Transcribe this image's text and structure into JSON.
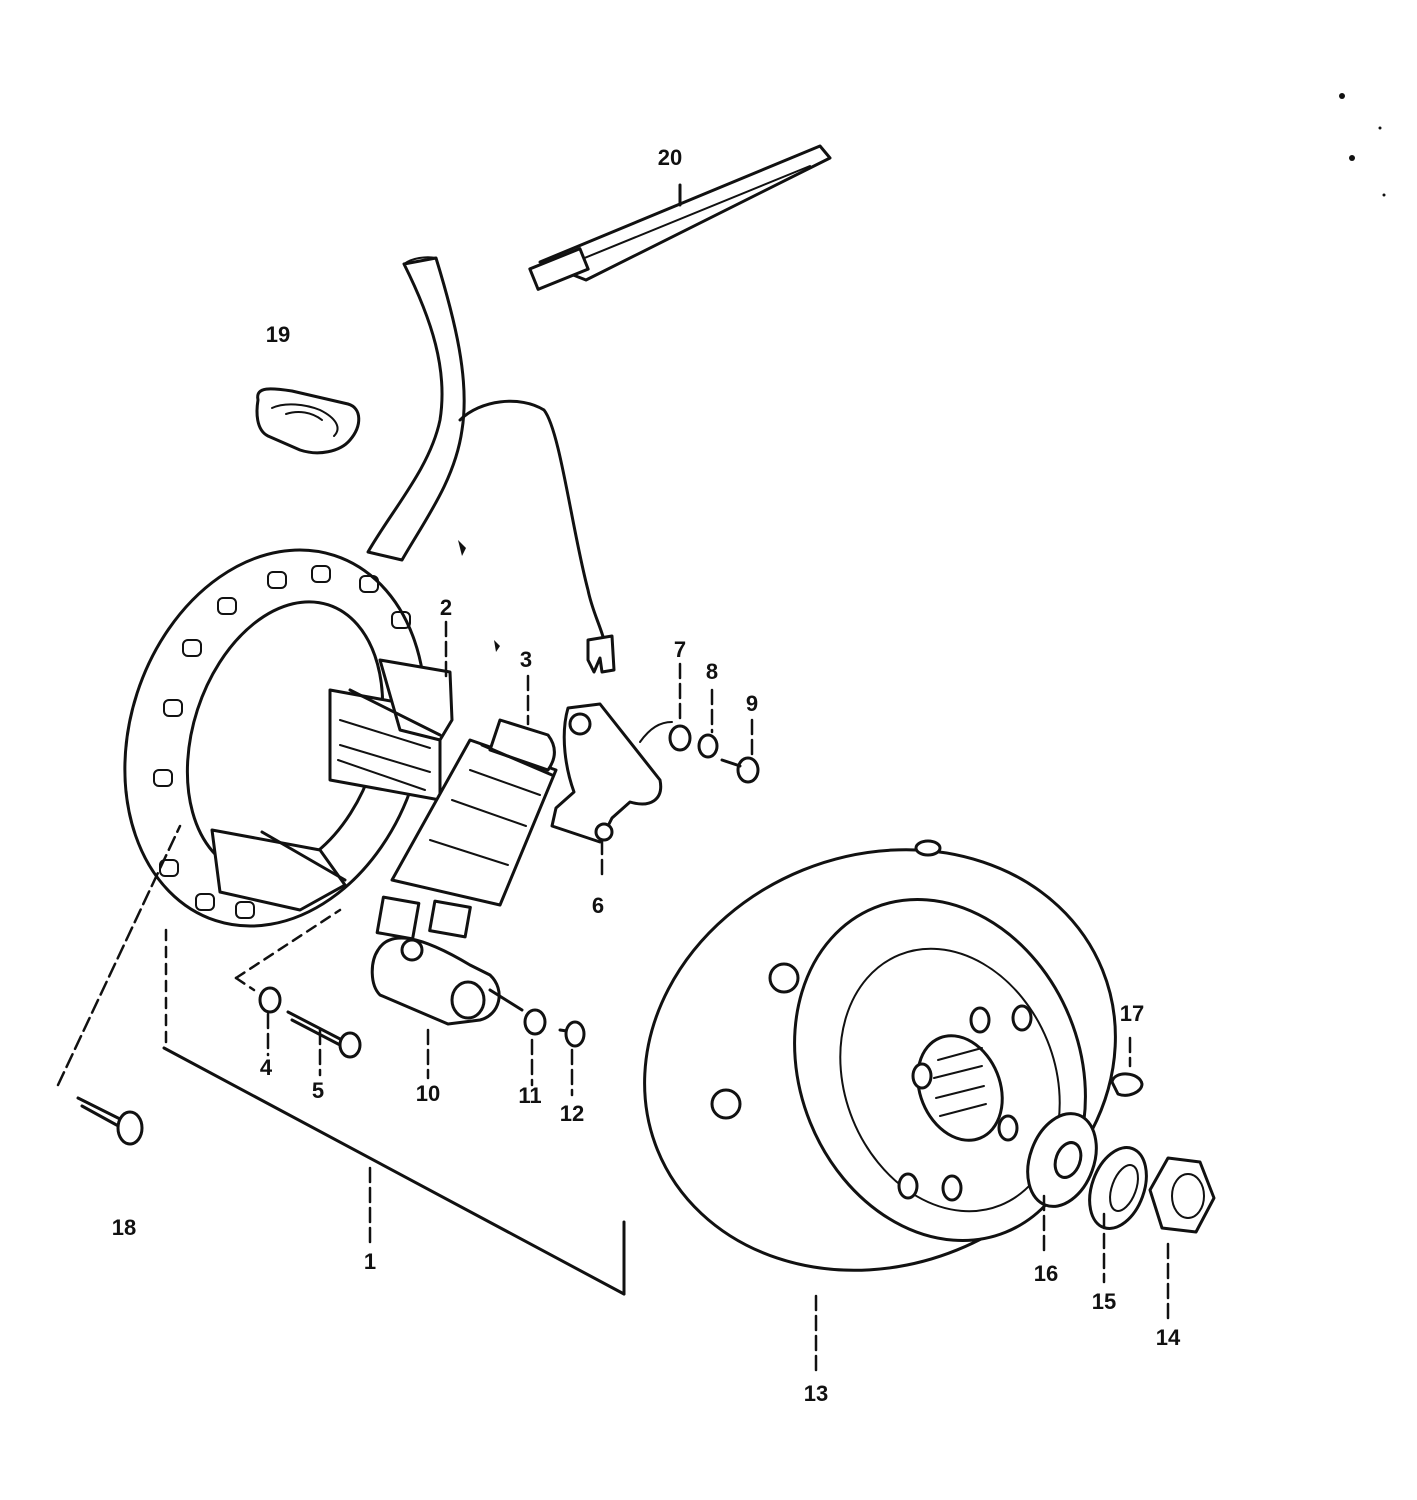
{
  "diagram": {
    "type": "exploded-parts-diagram",
    "callouts": [
      "1",
      "2",
      "3",
      "4",
      "5",
      "6",
      "7",
      "8",
      "9",
      "10",
      "11",
      "12",
      "13",
      "14",
      "15",
      "16",
      "17",
      "18",
      "19",
      "20"
    ]
  }
}
